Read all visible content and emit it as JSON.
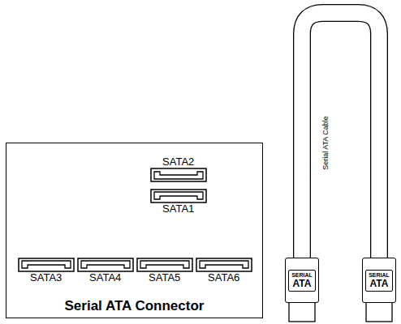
{
  "diagram": {
    "nodes": [
      {
        "text": [
          "Serial ATA Connector"
        ]
      },
      {
        "text": [
          "SATA2"
        ],
        "in": 0
      },
      {
        "text": [
          "SATA1"
        ],
        "in": 0
      },
      {
        "text": [
          "SATA3"
        ],
        "in": 0
      },
      {
        "text": [
          "SATA4"
        ],
        "in": 0
      },
      {
        "text": [
          "SATA5"
        ],
        "in": 0
      },
      {
        "text": [
          "SATA6"
        ],
        "in": 0
      },
      {
        "text": [
          "SERIAL",
          "ATA"
        ]
      },
      {
        "text": [
          "SERIAL",
          "ATA"
        ]
      }
    ],
    "edges": [
      {
        "from": 7,
        "to": 8,
        "arrow": "none"
      }
    ],
    "labels": [
      "Serial ATA Cable"
    ]
  }
}
